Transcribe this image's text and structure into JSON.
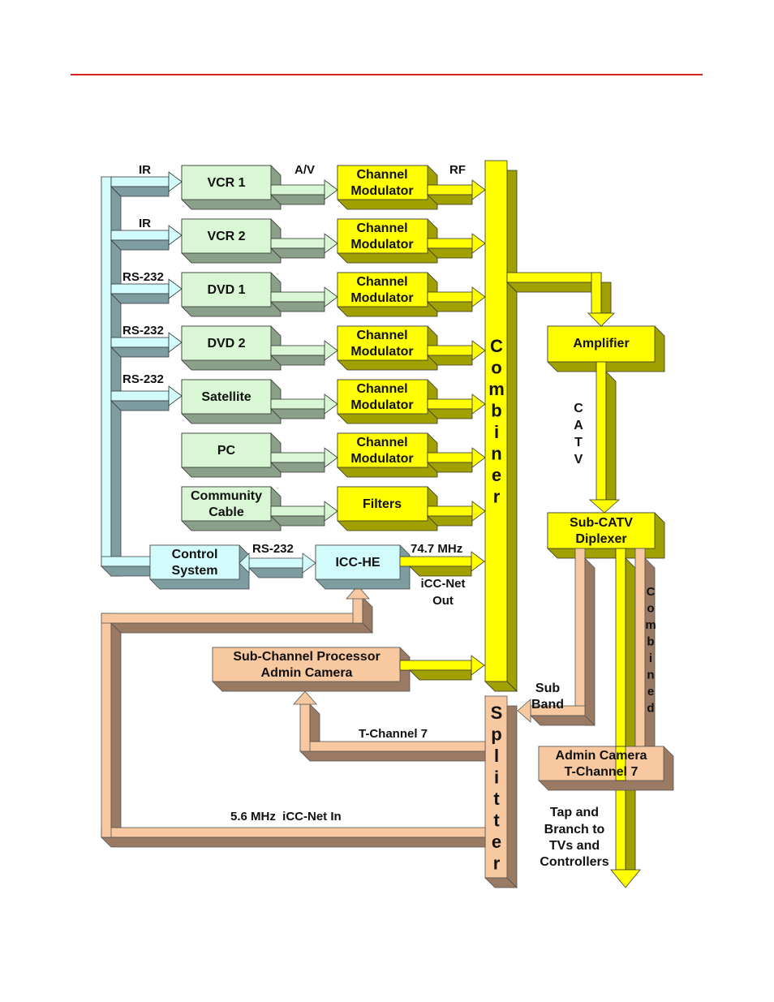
{
  "colors": {
    "header_rule": "#d42020",
    "green_face": "#d9f7d4",
    "green_side": "#8aa088",
    "yellow_face": "#ffff00",
    "yellow_side": "#a0a000",
    "cyan_face": "#d2fbfb",
    "cyan_side": "#7e9da0",
    "tan_face": "#f8c8a0",
    "tan_side": "#9a7a62"
  },
  "sources": [
    "VCR 1",
    "VCR 2",
    "DVD 1",
    "DVD 2",
    "Satellite",
    "PC"
  ],
  "community_cable": [
    "Community",
    "Cable"
  ],
  "modulators": [
    [
      "Channel",
      "Modulator"
    ],
    [
      "Channel",
      "Modulator"
    ],
    [
      "Channel",
      "Modulator"
    ],
    [
      "Channel",
      "Modulator"
    ],
    [
      "Channel",
      "Modulator"
    ],
    [
      "Channel",
      "Modulator"
    ]
  ],
  "filters": "Filters",
  "control_labels": [
    "IR",
    "IR",
    "RS-232",
    "RS-232",
    "RS-232"
  ],
  "av_label": "A/V",
  "rf_label": "RF",
  "control_system": [
    "Control",
    "System"
  ],
  "rs232_link": "RS-232",
  "icc_he": "ICC-HE",
  "freq_out": "74.7 MHz",
  "icc_net_out": [
    "iCC-Net",
    "Out"
  ],
  "combiner_letters": [
    "C",
    "o",
    "m",
    "b",
    "i",
    "n",
    "e",
    "r"
  ],
  "amplifier": "Amplifier",
  "catv_letters": [
    "C",
    "A",
    "T",
    "V"
  ],
  "sub_catv": [
    "Sub-CATV",
    "Diplexer"
  ],
  "combined_letters": [
    "C",
    "o",
    "m",
    "b",
    "i",
    "n",
    "e",
    "d"
  ],
  "sub_band": [
    "Sub",
    "Band"
  ],
  "admin_camera": [
    "Admin Camera",
    "T-Channel 7"
  ],
  "tap_branch": [
    "Tap and",
    "Branch to",
    "TVs and",
    "Controllers"
  ],
  "sub_channel_processor": [
    "Sub-Channel Processor",
    "Admin Camera"
  ],
  "t_channel_label": "T-Channel 7",
  "iccnet_in_label": "5.6 MHz  iCC-Net In",
  "splitter_letters": [
    "S",
    "p",
    "l",
    "i",
    "t",
    "t",
    "e",
    "r"
  ]
}
